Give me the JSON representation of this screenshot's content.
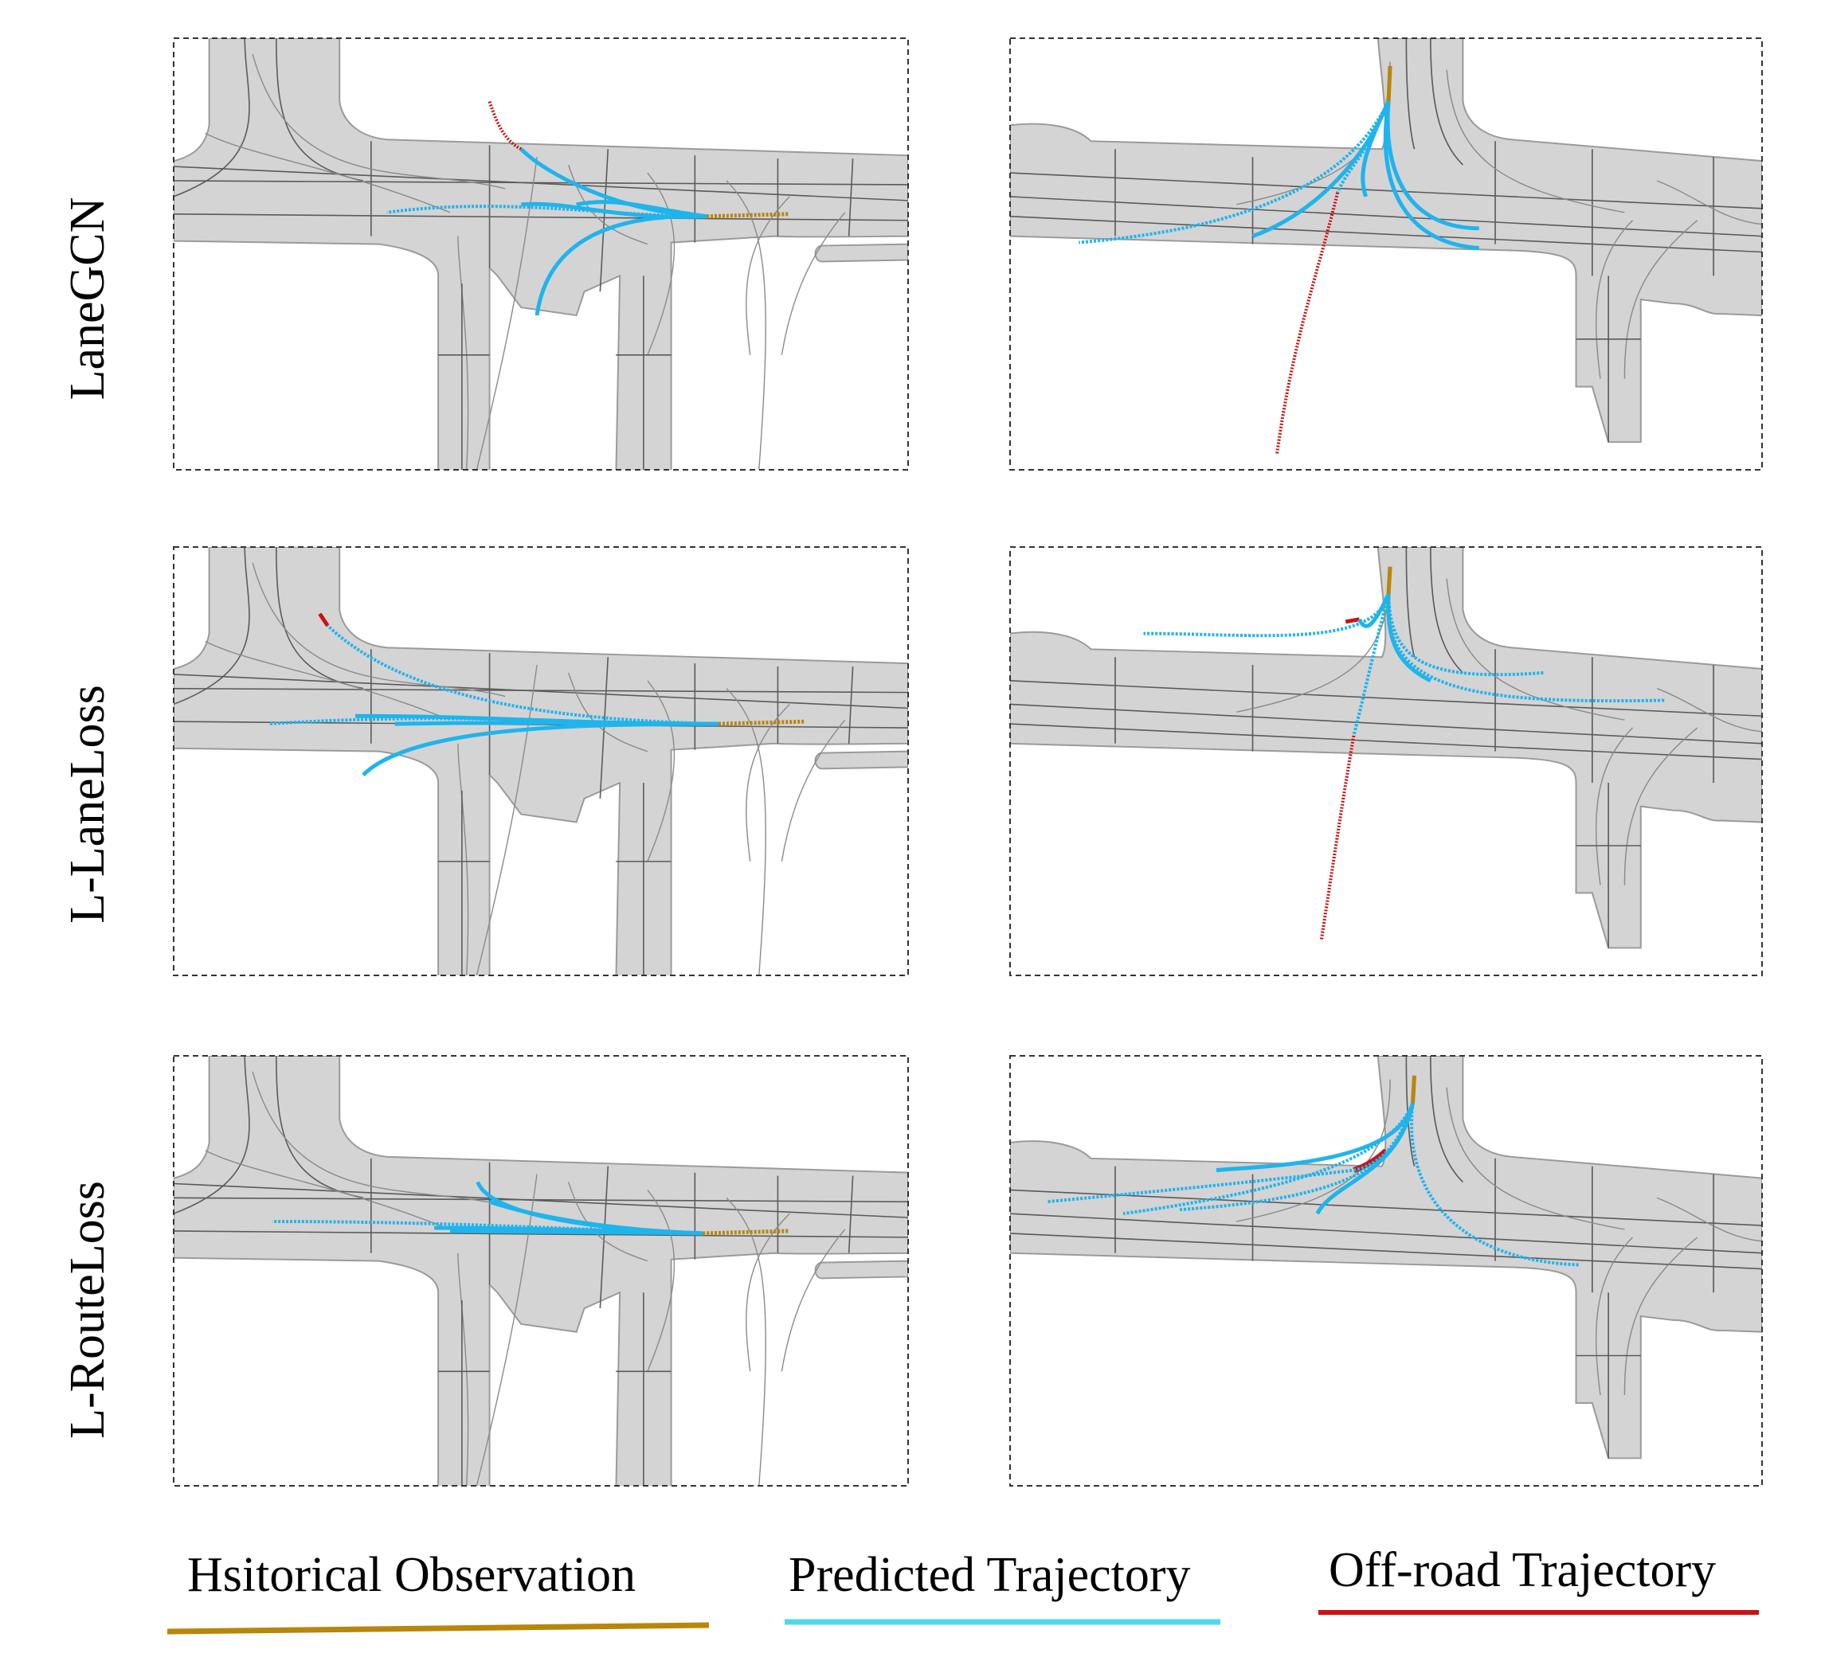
{
  "rows": [
    {
      "label": "LaneGCN"
    },
    {
      "label": "L-LaneLoss"
    },
    {
      "label": "L-RouteLoss"
    }
  ],
  "legend": [
    {
      "label": "Hsitorical Observation",
      "color": "#b8860b"
    },
    {
      "label": "Predicted Trajectory",
      "color": "#4dd9e8"
    },
    {
      "label": "Off-road Trajectory",
      "color": "#cc1111"
    }
  ],
  "colors": {
    "historical": "#b8860b",
    "predicted": "#1fb4ec",
    "offroad": "#cc1111",
    "road": "#d4d4d4"
  }
}
